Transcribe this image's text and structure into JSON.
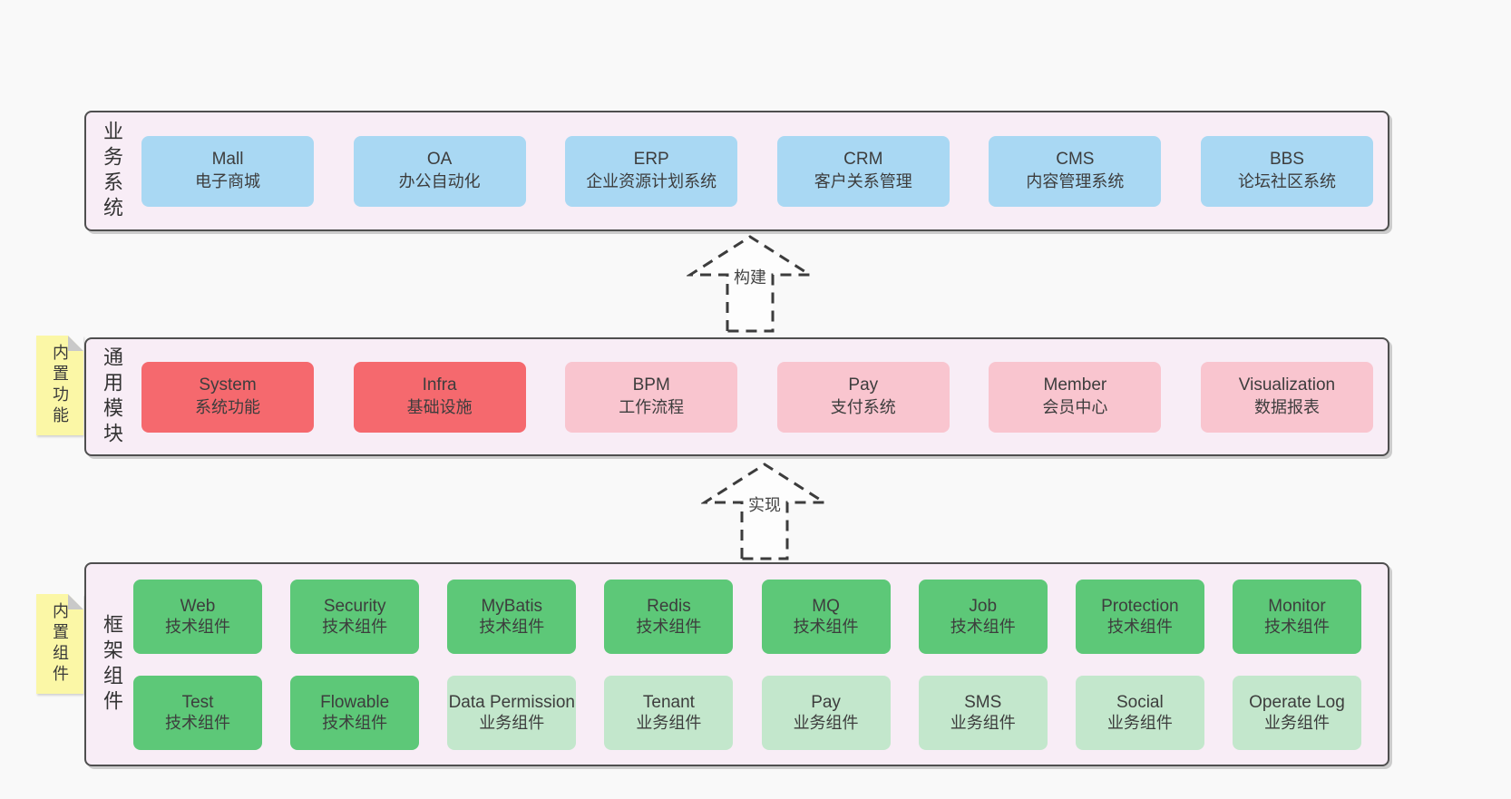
{
  "colors": {
    "page_bg": "#f9f9f9",
    "panel_bg": "#f8edf6",
    "panel_border": "#4f4f4f",
    "blue": "#a9d8f3",
    "red": "#f5696e",
    "pink": "#f9c5cf",
    "green": "#5dc878",
    "light_green": "#c3e7cc",
    "note_yellow": "#fbf7a6",
    "note_fold": "#c9c9c9",
    "text": "#3d3d3d"
  },
  "layers": {
    "business": {
      "title": "业务系统",
      "boxes": [
        {
          "name": "Mall",
          "desc": "电子商城",
          "variant": "blue"
        },
        {
          "name": "OA",
          "desc": "办公自动化",
          "variant": "blue"
        },
        {
          "name": "ERP",
          "desc": "企业资源计划系统",
          "variant": "blue"
        },
        {
          "name": "CRM",
          "desc": "客户关系管理",
          "variant": "blue"
        },
        {
          "name": "CMS",
          "desc": "内容管理系统",
          "variant": "blue"
        },
        {
          "name": "BBS",
          "desc": "论坛社区系统",
          "variant": "blue"
        }
      ]
    },
    "modules": {
      "title": "通用模块",
      "note": "内置功能",
      "boxes": [
        {
          "name": "System",
          "desc": "系统功能",
          "variant": "red"
        },
        {
          "name": "Infra",
          "desc": "基础设施",
          "variant": "red"
        },
        {
          "name": "BPM",
          "desc": "工作流程",
          "variant": "pink"
        },
        {
          "name": "Pay",
          "desc": "支付系统",
          "variant": "pink"
        },
        {
          "name": "Member",
          "desc": "会员中心",
          "variant": "pink"
        },
        {
          "name": "Visualization",
          "desc": "数据报表",
          "variant": "pink"
        }
      ]
    },
    "components": {
      "title": "框架组件",
      "note": "内置组件",
      "rows": [
        [
          {
            "name": "Web",
            "desc": "技术组件",
            "variant": "green"
          },
          {
            "name": "Security",
            "desc": "技术组件",
            "variant": "green"
          },
          {
            "name": "MyBatis",
            "desc": "技术组件",
            "variant": "green"
          },
          {
            "name": "Redis",
            "desc": "技术组件",
            "variant": "green"
          },
          {
            "name": "MQ",
            "desc": "技术组件",
            "variant": "green"
          },
          {
            "name": "Job",
            "desc": "技术组件",
            "variant": "green"
          },
          {
            "name": "Protection",
            "desc": "技术组件",
            "variant": "green"
          },
          {
            "name": "Monitor",
            "desc": "技术组件",
            "variant": "green"
          }
        ],
        [
          {
            "name": "Test",
            "desc": "技术组件",
            "variant": "green"
          },
          {
            "name": "Flowable",
            "desc": "技术组件",
            "variant": "green"
          },
          {
            "name": "Data Permission",
            "desc": "业务组件",
            "variant": "green-light"
          },
          {
            "name": "Tenant",
            "desc": "业务组件",
            "variant": "green-light"
          },
          {
            "name": "Pay",
            "desc": "业务组件",
            "variant": "green-light"
          },
          {
            "name": "SMS",
            "desc": "业务组件",
            "variant": "green-light"
          },
          {
            "name": "Social",
            "desc": "业务组件",
            "variant": "green-light"
          },
          {
            "name": "Operate Log",
            "desc": "业务组件",
            "variant": "green-light"
          }
        ]
      ]
    }
  },
  "arrows": {
    "build": {
      "label": "构建"
    },
    "implement": {
      "label": "实现"
    }
  }
}
